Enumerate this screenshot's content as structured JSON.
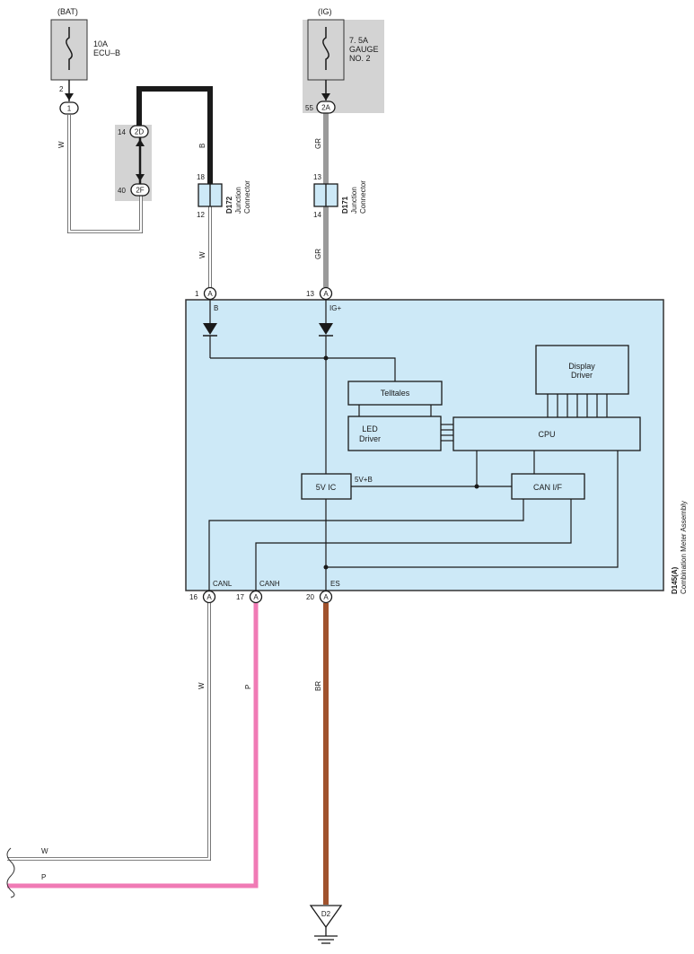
{
  "colors": {
    "module_fill": "#cde9f7",
    "shade": "#d3d3d3",
    "wire_black": "#1a1a1a",
    "wire_gray": "#9a9a9a",
    "wire_pink": "#f07ab5",
    "wire_brown": "#a0522d",
    "wire_white": "#ffffff",
    "wire_outline": "#555555"
  },
  "sources": {
    "bat": "(BAT)",
    "ig": "(IG)"
  },
  "fuses": {
    "ecu_b": {
      "line1": "10A",
      "line2": "ECU–B",
      "pin_out": "2"
    },
    "gauge": {
      "line1": "7. 5A",
      "line2": "GAUGE",
      "line3": "NO. 2",
      "pin_out": "55"
    }
  },
  "connectors": {
    "c1": "1",
    "c2d": "2D",
    "c2d_pin": "14",
    "c2f": "2F",
    "c2f_pin": "40",
    "c2a": "2A",
    "d172": {
      "id": "D172",
      "name_line1": "Junction",
      "name_line2": "Connector",
      "pin_in": "18",
      "pin_out": "12"
    },
    "d171": {
      "id": "D171",
      "name_line1": "Junction",
      "name_line2": "Connector",
      "pin_in": "13",
      "pin_out": "14"
    }
  },
  "wire_colors": {
    "w": "W",
    "b": "B",
    "gr": "GR",
    "p": "P",
    "br": "BR"
  },
  "meter": {
    "id": "D145(A)",
    "name": "Combination Meter Assembly",
    "connector_letter": "A",
    "pins": {
      "b": {
        "num": "1",
        "label": "B"
      },
      "ig": {
        "num": "13",
        "label": "IG+"
      },
      "canl": {
        "num": "16",
        "label": "CANL"
      },
      "canh": {
        "num": "17",
        "label": "CANH"
      },
      "es": {
        "num": "20",
        "label": "ES"
      }
    },
    "blocks": {
      "telltales": "Telltales",
      "led_driver_1": "LED",
      "led_driver_2": "Driver",
      "display_driver_1": "Display",
      "display_driver_2": "Driver",
      "cpu": "CPU",
      "vic": "5V IC",
      "vplus": "5V+B",
      "can_if": "CAN I/F"
    }
  },
  "ground": "D2"
}
